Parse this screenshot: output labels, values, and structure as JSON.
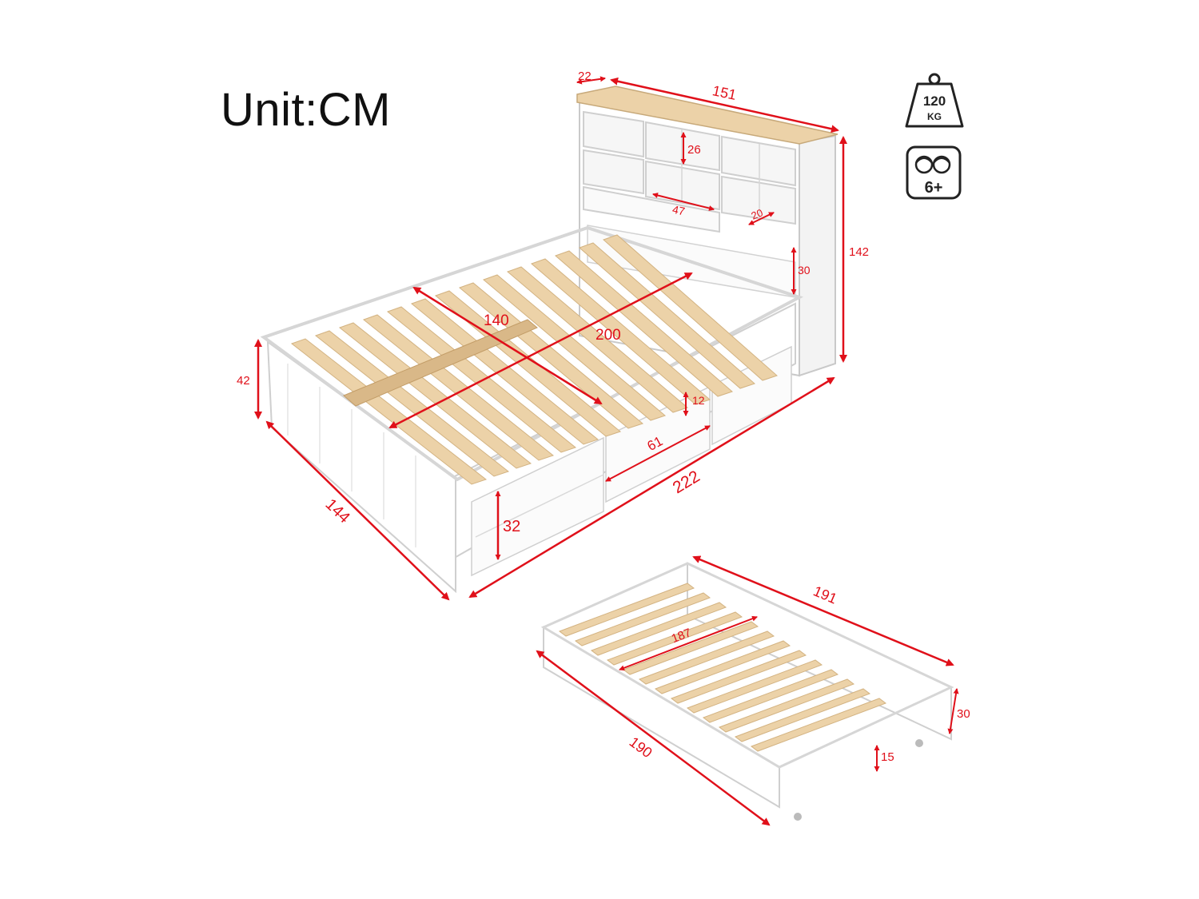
{
  "unit_label": "Unit:CM",
  "accent_color": "#e0101a",
  "wood_color": "#ecd2a8",
  "frame_color": "#ffffff",
  "icons": {
    "weight": {
      "name": "weight-icon",
      "value": "120",
      "unit": "KG"
    },
    "age": {
      "name": "kids-age-icon",
      "value": "6+"
    }
  },
  "dimensions": {
    "shelf_depth": "22",
    "headboard_width": "151",
    "cubby_height": "26",
    "cubby_width": "47",
    "cubby_depth": "20",
    "headboard_height": "142",
    "headboard_gap": "30",
    "bed_width": "140",
    "bed_length": "200",
    "bed_height": "42",
    "drawer_front_height": "12",
    "drawer_width": "61",
    "overall_length": "222",
    "overall_width": "144",
    "drawer_height": "32",
    "trundle_length": "191",
    "trundle_slat_length": "187",
    "trundle_height": "30",
    "trundle_clearance": "15",
    "trundle_width": "190"
  }
}
